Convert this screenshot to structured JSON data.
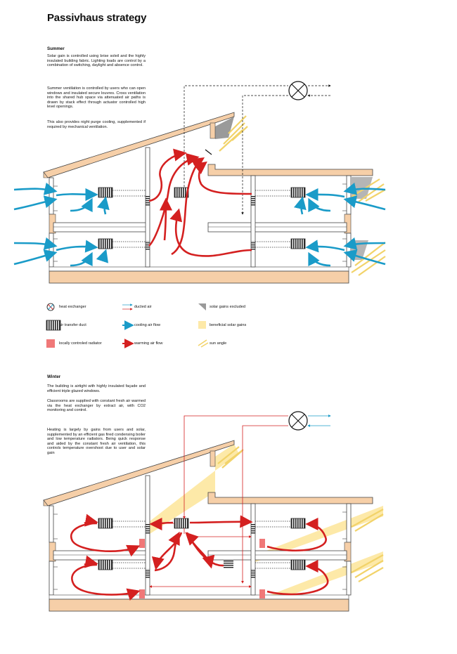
{
  "title": "Passivhaus strategy",
  "summer": {
    "heading": "Summer",
    "p1": "Solar gain is controlled using brise soleil and the highly insulated building fabric. Lighting loads are control by a combination of switching, daylight and absence control.",
    "p2": "Summer ventilation is controlled by users who can open windows and insulated secure louvres. Cross ventilation into the shared hub space via attenuated air paths is drawn by stack effect through actuator controlled high level openings.",
    "p3": "This also provides night purge cooling, supplemented if required by mechanical ventilation."
  },
  "legend": {
    "heat_exchanger": "heat exchanger",
    "ducted_air": "ducted air",
    "solar_excluded": "solar gains excluded",
    "air_transfer": "air transfer duct",
    "cooling": "cooling air flow",
    "beneficial": "beneficial solar gains",
    "radiator": "locally controled radiator",
    "warming": "warming air flow",
    "sun_angle": "sun angle"
  },
  "winter": {
    "heading": "Winter",
    "p1": "The building is airtight with highly insulated façade and efficient triple glazed windows.",
    "p2": "Classrooms are supplied with constant fresh air warmed via the heat exchanger by extract air, with CO2 monitoring and control.",
    "p3": "Heating is largely by gains from users and solar, supplemented by an efficient gas fired condensing boiler and low temperature radiators. Being quick response and aided by the constant fresh air ventilation, this controls temperature overshoot due to user and solar gain"
  },
  "colors": {
    "fabric": "#f6cfa8",
    "warm": "#d42020",
    "cool": "#1a9bc8",
    "sun": "#fde9a8",
    "excluded": "#9a9a9a",
    "radiator": "#f07878"
  }
}
